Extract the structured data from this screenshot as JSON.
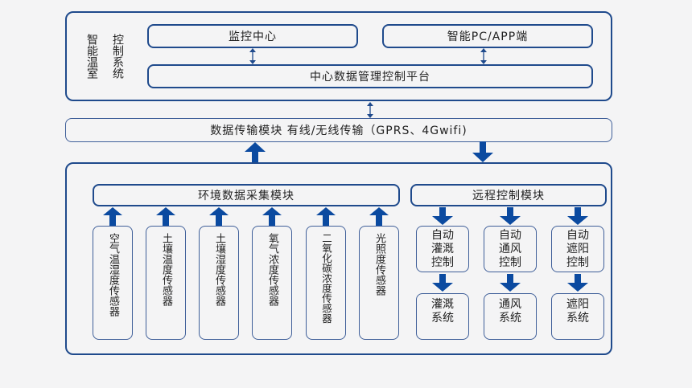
{
  "colors": {
    "accent": "#1f4a8c",
    "arrow": "#0b4aa0",
    "background": "#f4f4f5"
  },
  "top_section": {
    "title_col1": "智能温室",
    "title_col2": "控制系统",
    "monitor_center": "监控中心",
    "pc_app": "智能PC/APP端",
    "platform": "中心数据管理控制平台"
  },
  "transmission": {
    "label": "数据传输模块 有线/无线传输（GPRS、4Gwifi)"
  },
  "collection": {
    "title": "环境数据采集模块",
    "sensors": [
      "空气温湿度传感器",
      "土壤温度传感器",
      "土壤湿度传感器",
      "氧气浓度传感器",
      "二氧化碳浓度传感器",
      "光照度传感器"
    ]
  },
  "remote": {
    "title": "远程控制模块",
    "controls": [
      {
        "control": "自动灌溉控制",
        "control_lines": [
          "自动",
          "灌溉",
          "控制"
        ],
        "system_lines": [
          "灌溉",
          "系统"
        ]
      },
      {
        "control": "自动通风控制",
        "control_lines": [
          "自动",
          "通风",
          "控制"
        ],
        "system_lines": [
          "通风",
          "系统"
        ]
      },
      {
        "control": "自动遮阳控制",
        "control_lines": [
          "自动",
          "遮阳",
          "控制"
        ],
        "system_lines": [
          "遮阳",
          "系统"
        ]
      }
    ]
  }
}
